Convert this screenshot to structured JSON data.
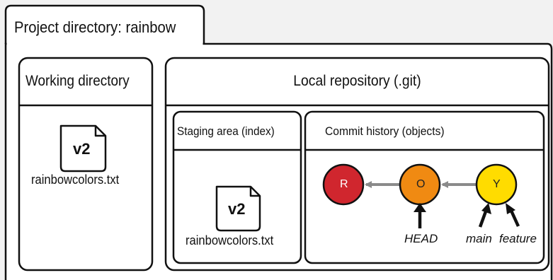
{
  "project": {
    "title": "Project directory: rainbow"
  },
  "working_directory": {
    "title": "Working directory",
    "file": {
      "version": "v2",
      "name": "rainbowcolors.txt"
    }
  },
  "local_repository": {
    "title": "Local repository (.git)",
    "staging_area": {
      "title": "Staging area (index)",
      "file": {
        "version": "v2",
        "name": "rainbowcolors.txt"
      }
    },
    "commit_history": {
      "title": "Commit history (objects)",
      "commits": [
        {
          "label": "R",
          "color": "#d0262e"
        },
        {
          "label": "O",
          "color": "#f08a12"
        },
        {
          "label": "Y",
          "color": "#ffdc00"
        }
      ],
      "refs": {
        "head": "HEAD",
        "main": "main",
        "feature": "feature"
      }
    }
  },
  "colors": {
    "background": "#f2f2f2",
    "panel": "#ffffff",
    "stroke": "#111111",
    "arrow_gray": "#8a8a8a"
  }
}
